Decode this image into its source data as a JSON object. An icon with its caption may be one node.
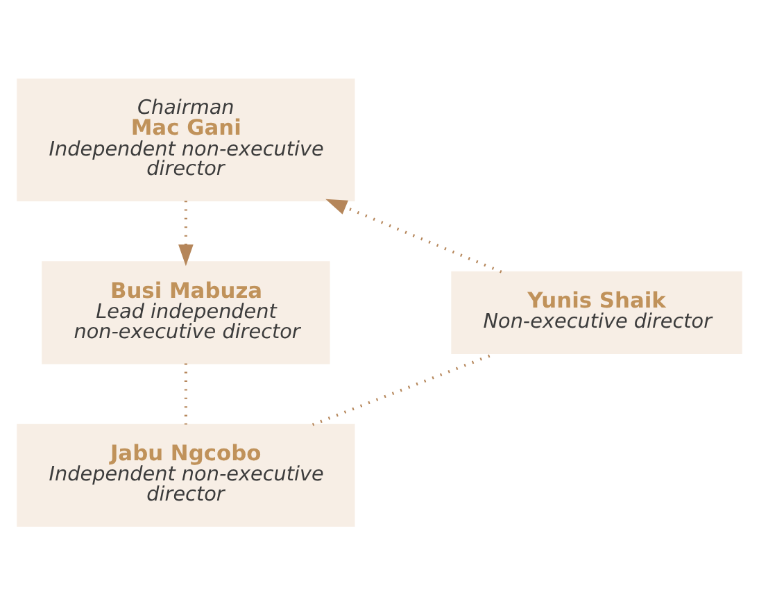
{
  "diagram": {
    "nodes": [
      {
        "text": [
          "Chairman",
          "Mac Gani",
          "Independent non-executive director"
        ]
      },
      {
        "text": [
          "Busi Mabuza",
          "Lead independent non-executive director"
        ]
      },
      {
        "text": [
          "Jabu Ngcobo",
          "Independent non-executive director"
        ]
      },
      {
        "text": [
          "Yunis Shaik",
          "Non-executive director"
        ]
      }
    ],
    "edges": [
      {
        "from": 3,
        "to": 0,
        "arrow": "to"
      },
      {
        "from": 0,
        "to": 1,
        "arrow": "to"
      },
      {
        "from": 1,
        "to": 2,
        "arrow": "none"
      },
      {
        "from": 2,
        "to": 3,
        "arrow": "none"
      }
    ]
  }
}
